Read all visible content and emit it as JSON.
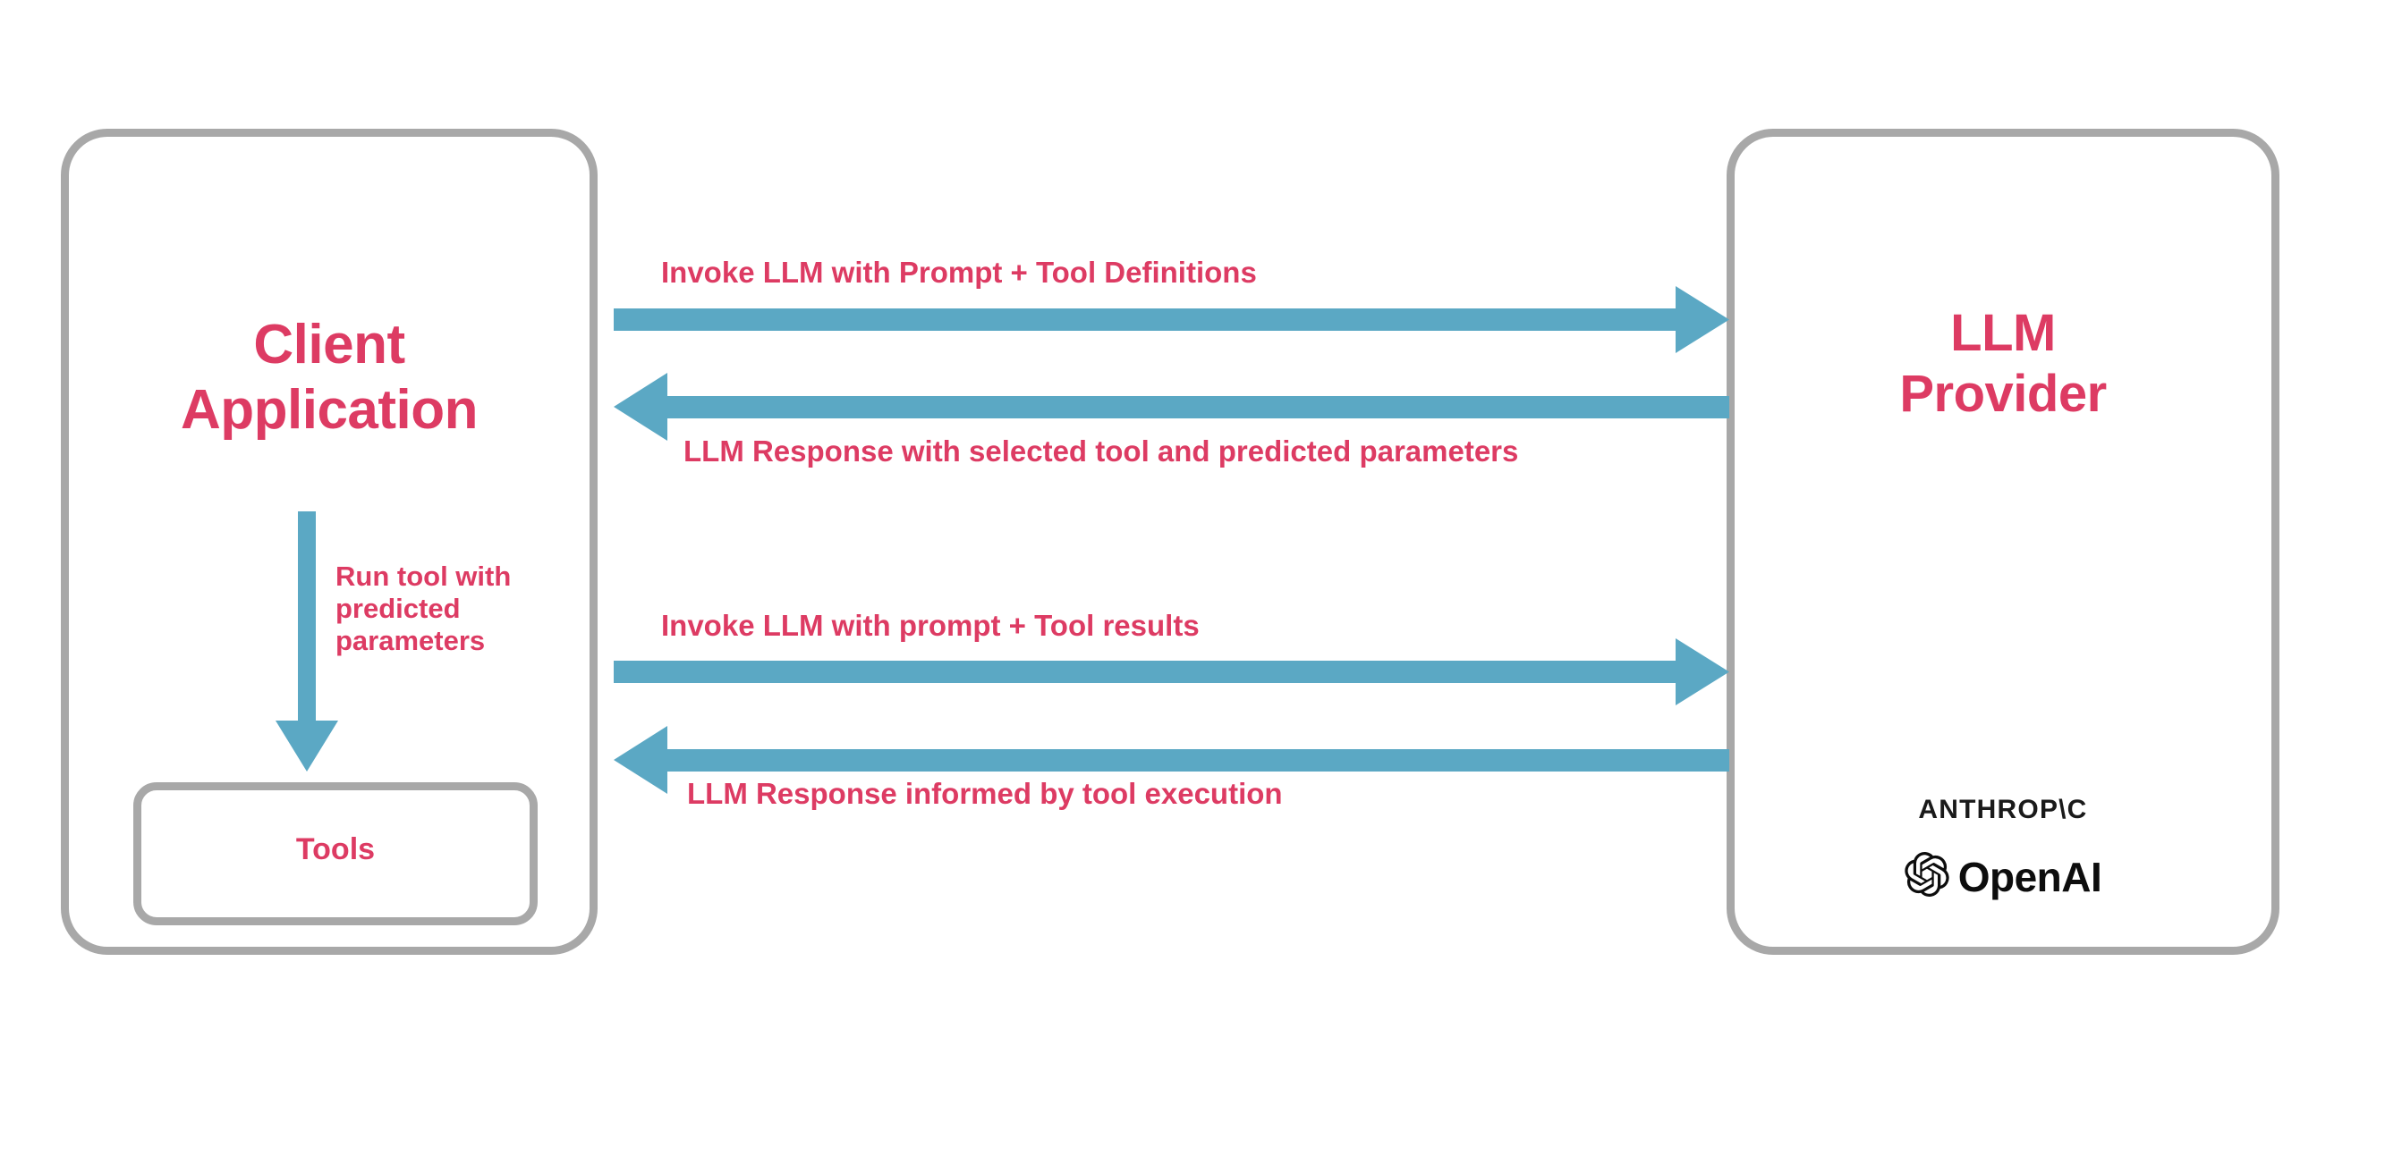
{
  "diagram": {
    "title": "LLM Tool Calling Flow",
    "type": "sequence-diagram",
    "colors": {
      "accent_text": "#dd3b63",
      "arrow": "#5ba8c4",
      "panel_border": "#a8a8a8",
      "background": "#ffffff",
      "logo": "#0d0d0d"
    }
  },
  "client": {
    "title_line1": "Client",
    "title_line2": "Application",
    "tools_label": "Tools",
    "internal_arrow_label": "Run tool with predicted parameters"
  },
  "provider": {
    "title_line1": "LLM",
    "title_line2": "Provider",
    "logos": [
      {
        "name": "anthropic-logo",
        "text": "ANTHROP\\C"
      },
      {
        "name": "openai-logo",
        "text": "OpenAI"
      }
    ]
  },
  "flows": [
    {
      "id": "invoke-1",
      "direction": "right",
      "label": "Invoke LLM with Prompt + Tool Definitions"
    },
    {
      "id": "response-1",
      "direction": "left",
      "label": "LLM Response with selected tool and predicted parameters"
    },
    {
      "id": "invoke-2",
      "direction": "right",
      "label": "Invoke LLM with prompt + Tool results"
    },
    {
      "id": "response-2",
      "direction": "left",
      "label": "LLM Response informed by tool execution"
    }
  ]
}
